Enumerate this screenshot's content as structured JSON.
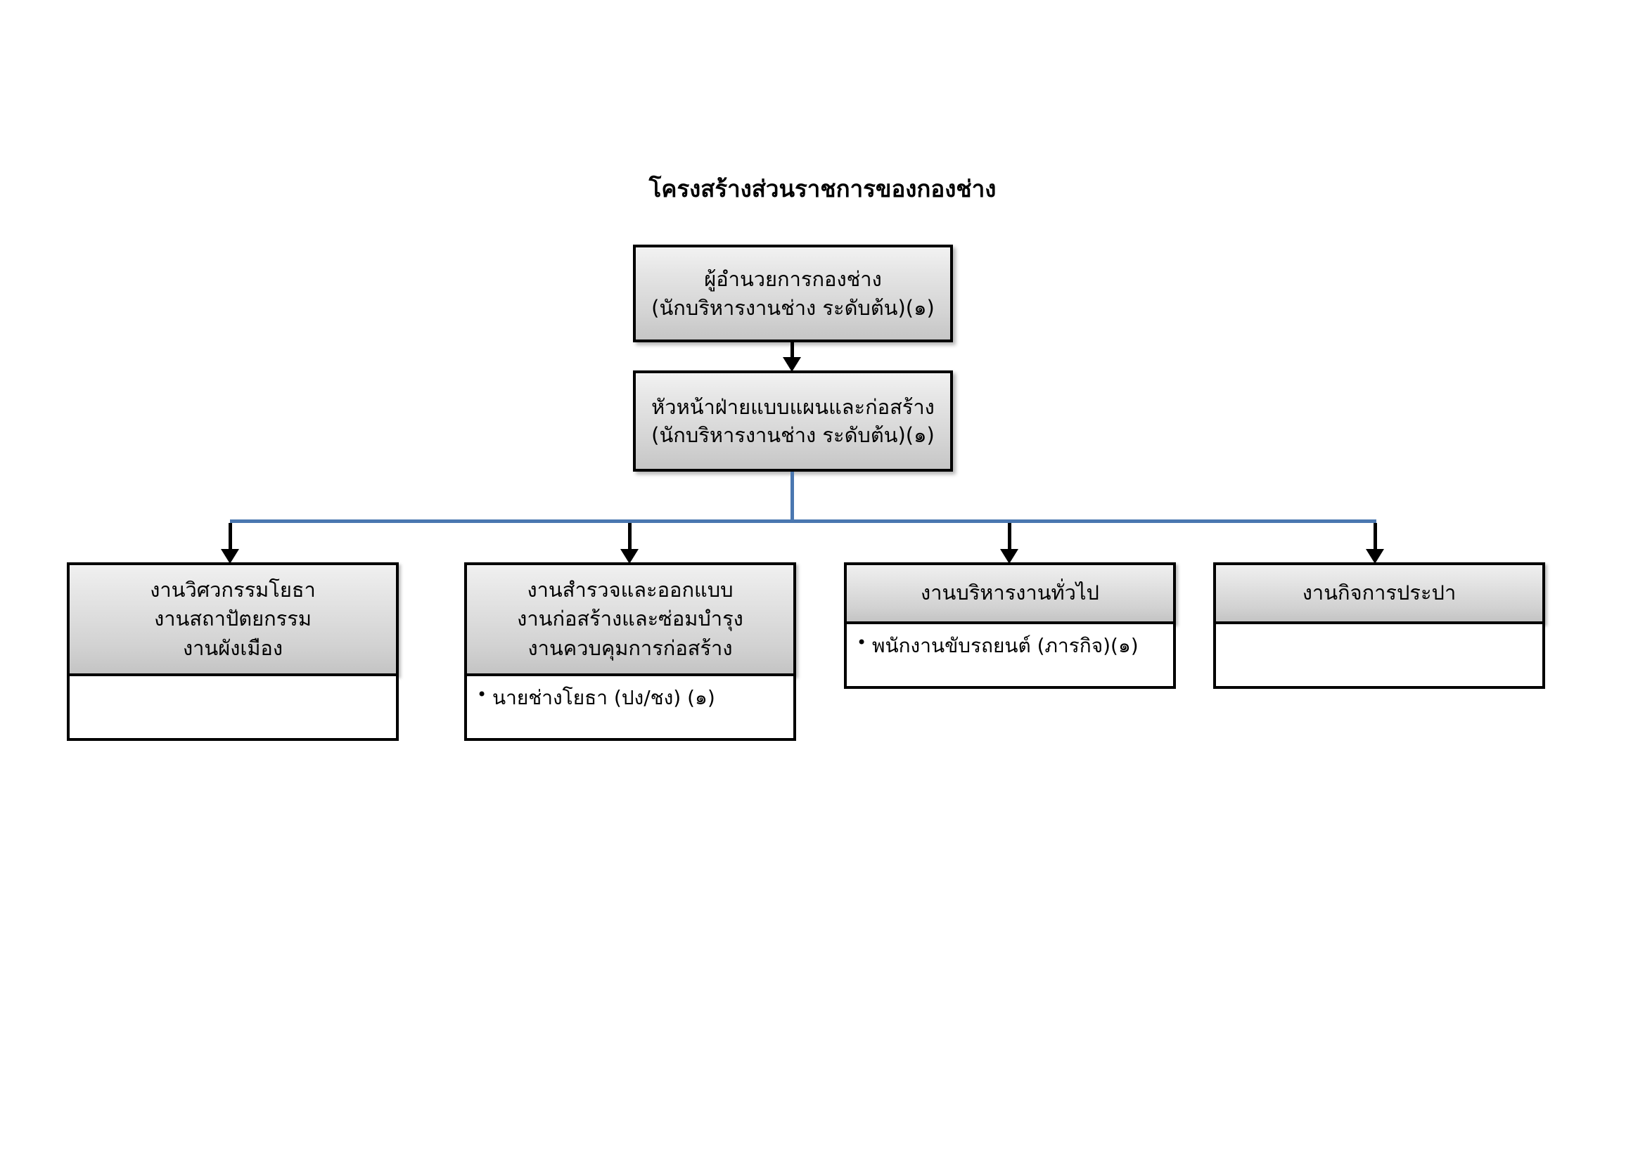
{
  "title": "โครงสร้างส่วนราชการของกองช่าง",
  "colors": {
    "connector_blue": "#4a77b0",
    "arrow_black": "#000000",
    "box_border": "#000000",
    "header_gradient_top": "#f2f2f2",
    "header_gradient_bottom": "#c4c4c4",
    "body_background": "#ffffff"
  },
  "nodes": {
    "director": {
      "line1": "ผู้อำนวยการกองช่าง",
      "line2": "(นักบริหารงานช่าง ระดับต้น)(๑)"
    },
    "chief": {
      "line1": "หัวหน้าฝ่ายแบบแผนและก่อสร้าง",
      "line2": "(นักบริหารงานช่าง ระดับต้น)(๑)"
    }
  },
  "divisions": [
    {
      "header_lines": [
        "งานวิศวกรรมโยธา",
        "งานสถาปัตยกรรม",
        "งานผังเมือง"
      ],
      "staff": []
    },
    {
      "header_lines": [
        "งานสำรวจและออกแบบ",
        "งานก่อสร้างและซ่อมบำรุง",
        "งานควบคุมการก่อสร้าง"
      ],
      "staff": [
        "นายช่างโยธา (ปง/ชง) (๑)"
      ]
    },
    {
      "header_lines": [
        "งานบริหารงานทั่วไป"
      ],
      "staff": [
        "พนักงานขับรถยนต์ (ภารกิจ)(๑)"
      ]
    },
    {
      "header_lines": [
        "งานกิจการประปา"
      ],
      "staff": []
    }
  ]
}
